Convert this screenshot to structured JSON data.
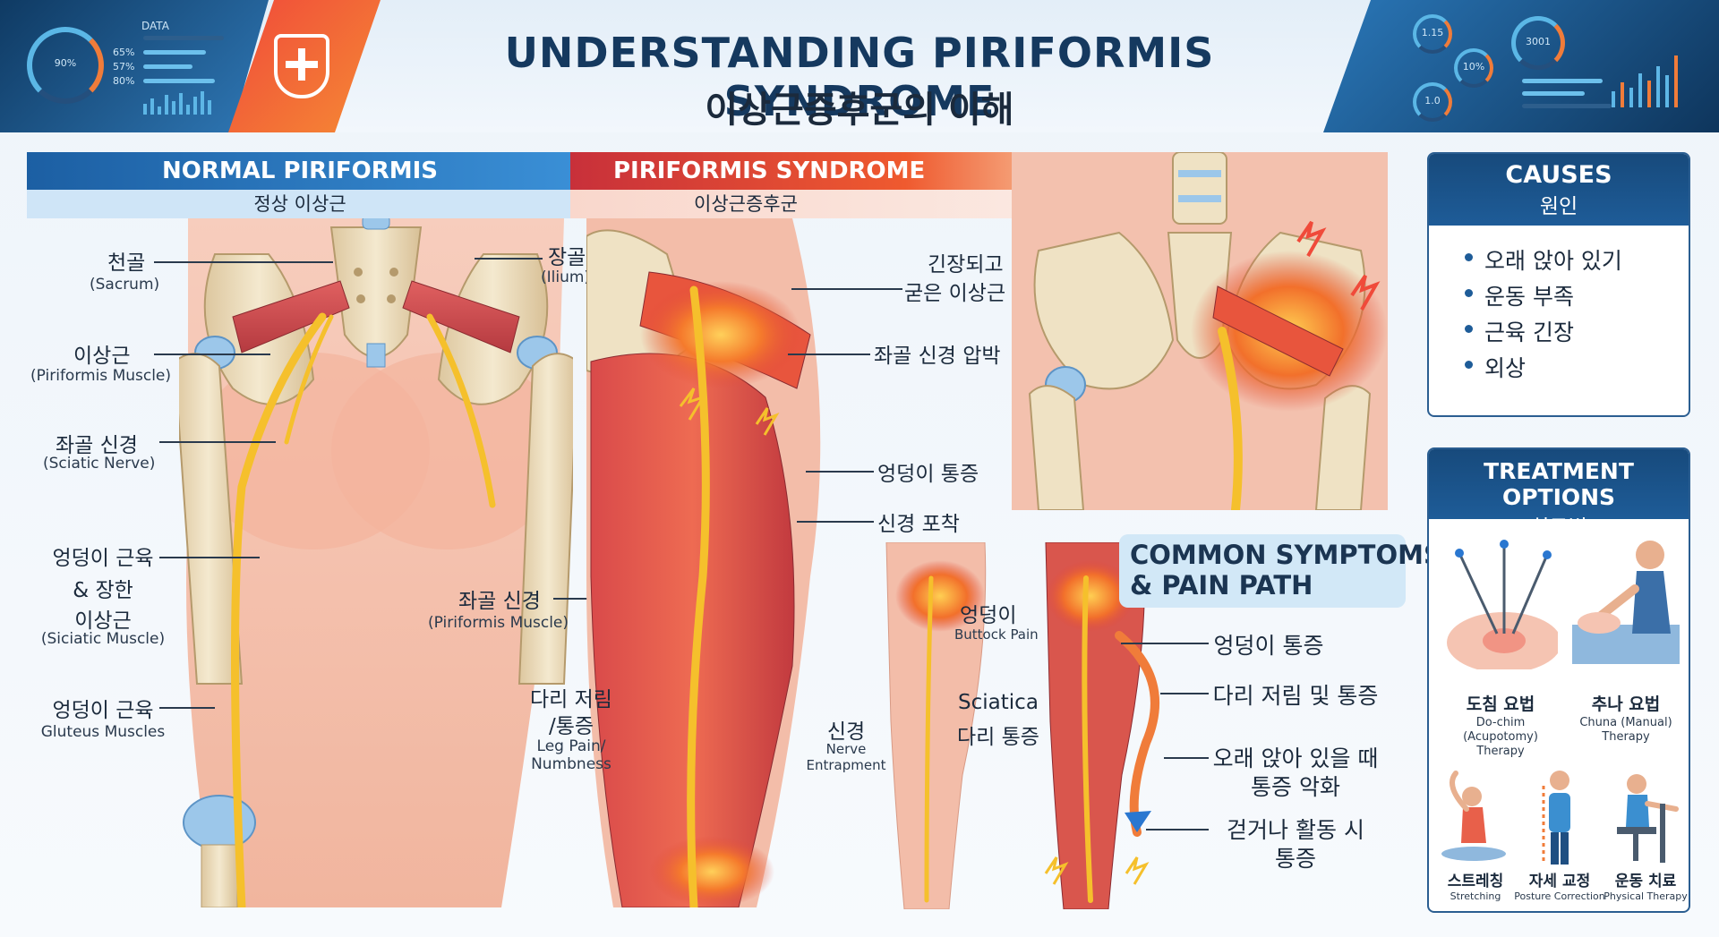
{
  "header": {
    "title_en": "UNDERSTANDING PIRIFORMIS SYNDROME",
    "title_ko": "이상근증후군의 이해",
    "dash_left": {
      "label": "DATA",
      "gauge": "90%",
      "stats": [
        "65%",
        "57%",
        "80%"
      ]
    },
    "dash_right": {
      "gauges": [
        "1.15",
        "10%",
        "1.0"
      ],
      "readout": "3001"
    }
  },
  "panels": {
    "normal": {
      "title": "NORMAL PIRIFORMIS",
      "subtitle": "정상 이상근"
    },
    "syndrome": {
      "title": "PIRIFORMIS SYNDROME",
      "subtitle": "이상근증후군"
    }
  },
  "normal_labels": {
    "sacrum_ko": "천골",
    "sacrum_en": "(Sacrum)",
    "ilium_ko": "장골",
    "ilium_en": "(Ilium)",
    "piriformis_ko": "이상근",
    "piriformis_en": "(Piriformis Muscle)",
    "sciatic_ko": "좌골 신경",
    "sciatic_en": "(Sciatic Nerve)",
    "deep_ko_1": "엉덩이 근육",
    "deep_ko_2": "& 장한",
    "deep_ko_3": "이상근",
    "deep_en": "(Siciatic Muscle)",
    "gluteus_ko": "엉덩이 근육",
    "gluteus_en": "Gluteus Muscles"
  },
  "syndrome_labels": {
    "sciatic_ko": "좌골 신경",
    "sciatic_en": "(Piriformis Muscle)",
    "tight_ko_1": "긴장되고",
    "tight_ko_2": "굳은 이상근",
    "compression_ko": "좌골 신경 압박",
    "buttock_pain_ko": "엉덩이 통증",
    "entrapment_ko": "신경 포착",
    "leg_ko_1": "다리 저림",
    "leg_ko_2": "/통증",
    "leg_en_1": "Leg Pain/",
    "leg_en_2": "Numbness"
  },
  "symptoms": {
    "title_1": "COMMON SYMPTOMS",
    "title_2": "& PAIN PATH",
    "buttock_ko": "엉덩이",
    "buttock_en": "Buttock Pain",
    "nerve_ko": "신경",
    "nerve_en_1": "Nerve",
    "nerve_en_2": "Entrapment",
    "sciatica_en": "Sciatica",
    "sciatica_ko": "다리 통증",
    "path": [
      {
        "line1": "엉덩이 통증",
        "line2": ""
      },
      {
        "line1": "다리 저림 및 통증",
        "line2": ""
      },
      {
        "line1": "오래 앉아 있을 때",
        "line2": "통증 악화"
      },
      {
        "line1": "걷거나 활동 시",
        "line2": "통증"
      }
    ]
  },
  "causes": {
    "title_en": "CAUSES",
    "title_ko": "원인",
    "items": [
      "오래 앉아 있기",
      "운동 부족",
      "근육 긴장",
      "외상"
    ]
  },
  "treatment": {
    "title_en": "TREATMENT OPTIONS",
    "title_ko": "치료법",
    "options": [
      {
        "ko": "도침 요법",
        "en_1": "Do-chim",
        "en_2": "(Acupotomy)",
        "en_3": "Therapy"
      },
      {
        "ko": "추나 요법",
        "en_1": "Chuna (Manual)",
        "en_2": "Therapy",
        "en_3": ""
      },
      {
        "ko": "스트레칭",
        "en_1": "Stretching",
        "en_2": "",
        "en_3": ""
      },
      {
        "ko": "자세 교정",
        "en_1": "Posture Correction",
        "en_2": "",
        "en_3": ""
      },
      {
        "ko": "운동 치료",
        "en_1": "Physical Therapy",
        "en_2": "",
        "en_3": ""
      }
    ]
  },
  "colors": {
    "navy": "#15395f",
    "blue": "#1e5c98",
    "red": "#e0443a",
    "orange": "#f58a34",
    "nerve": "#f5c02c",
    "bone": "#efe2c4",
    "skin": "#f5c4b2",
    "muscle": "#cd4547"
  }
}
